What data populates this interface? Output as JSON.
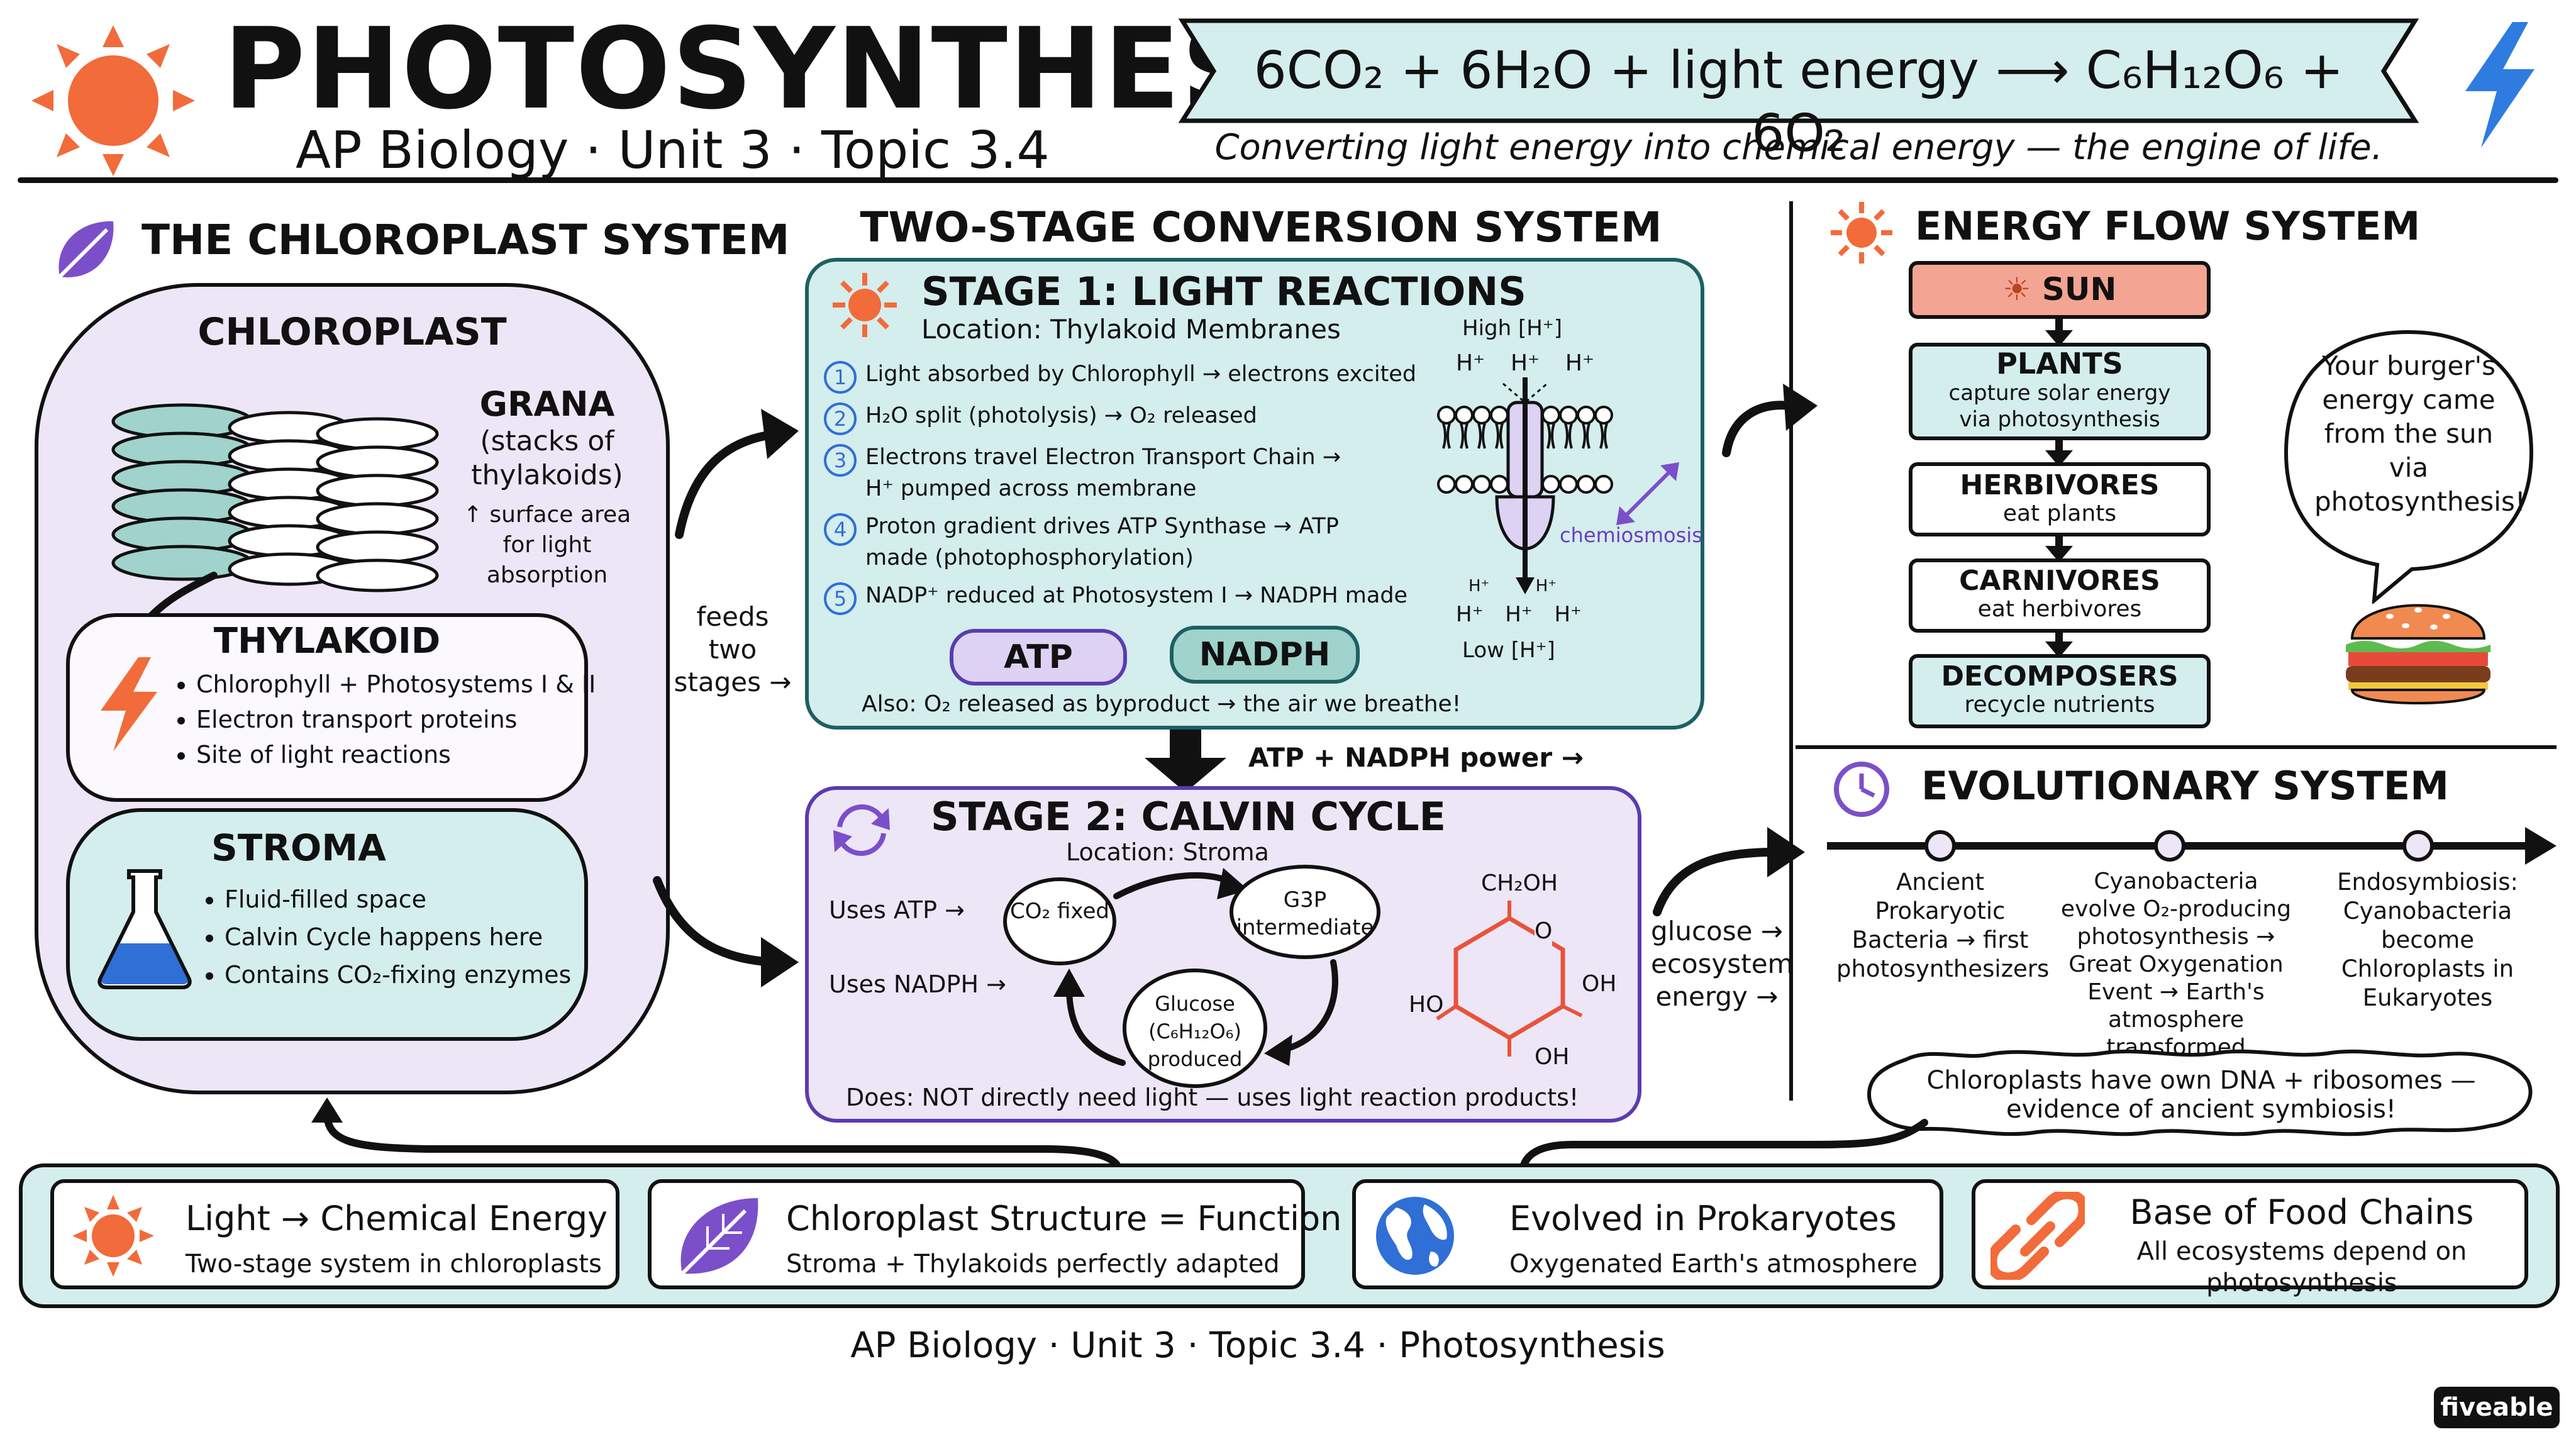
{
  "header": {
    "title": "PHOTOSYNTHESIS",
    "subtitle": "AP Biology · Unit 3 · Topic 3.4",
    "equation": "6CO₂ + 6H₂O + light energy ⟶ C₆H₁₂O₆ + 6O₂",
    "tagline": "Converting light energy into chemical energy — the engine of life."
  },
  "chloroplast_system": {
    "heading": "THE CHLOROPLAST SYSTEM",
    "title": "CHLOROPLAST",
    "grana_title": "GRANA",
    "grana_desc": "(stacks of thylakoids)",
    "grana_note": "↑ surface area for light absorption",
    "thylakoid_title": "THYLAKOID",
    "thylakoid_items": [
      "Chlorophyll + Photosystems I & II",
      "Electron transport proteins",
      "Site of light reactions"
    ],
    "stroma_title": "STROMA",
    "stroma_items": [
      "Fluid-filled space",
      "Calvin Cycle happens here",
      "Contains CO₂-fixing enzymes"
    ],
    "feeds_label": "feeds two stages →"
  },
  "two_stage": {
    "heading": "TWO-STAGE CONVERSION SYSTEM",
    "stage1": {
      "title": "STAGE 1: LIGHT REACTIONS",
      "location": "Location: Thylakoid Membranes",
      "steps": [
        {
          "num": "1",
          "text": "Light absorbed by Chlorophyll → electrons excited"
        },
        {
          "num": "2",
          "text": "H₂O split (photolysis) → O₂ released"
        },
        {
          "num": "3",
          "text": "Electrons travel Electron Transport Chain → H⁺ pumped across membrane"
        },
        {
          "num": "4",
          "text": "Proton gradient drives ATP Synthase → ATP made (photophosphorylation)"
        },
        {
          "num": "5",
          "text": "NADP⁺ reduced at Photosystem I → NADPH made"
        }
      ],
      "atp": "ATP",
      "nadph": "NADPH",
      "also": "Also: O₂ released as byproduct → the air we breathe!",
      "high_h": "High [H⁺]",
      "low_h": "Low [H⁺]",
      "h_plus": "H⁺",
      "chemiosmosis": "chemiosmosis"
    },
    "power_label": "ATP + NADPH power →",
    "stage2": {
      "title": "STAGE 2: CALVIN CYCLE",
      "location": "Location: Stroma",
      "uses_atp": "Uses ATP →",
      "uses_nadph": "Uses NADPH →",
      "co2": "CO₂ fixed",
      "g3p": "G3P intermediate",
      "glucose": "Glucose (C₆H₁₂O₆) produced",
      "does": "Does: NOT directly need light — uses light reaction products!",
      "glucose_labels": {
        "ch2oh": "CH₂OH",
        "o": "O",
        "oh": "OH",
        "ho": "HO"
      }
    },
    "glucose_energy_label": "glucose → ecosystem energy →"
  },
  "energy_flow": {
    "heading": "ENERGY FLOW SYSTEM",
    "sun": "SUN",
    "levels": [
      {
        "title": "PLANTS",
        "desc": "capture solar energy via photosynthesis"
      },
      {
        "title": "HERBIVORES",
        "desc": "eat plants"
      },
      {
        "title": "CARNIVORES",
        "desc": "eat herbivores"
      },
      {
        "title": "DECOMPOSERS",
        "desc": "recycle nutrients"
      }
    ],
    "bubble": "Your burger's energy came from the sun via photosynthesis!"
  },
  "evolutionary": {
    "heading": "EVOLUTIONARY SYSTEM",
    "events": [
      "Ancient Prokaryotic Bacteria → first photosynthesizers",
      "Cyanobacteria evolve O₂-producing photosynthesis → Great Oxygenation Event → Earth's atmosphere transformed",
      "Endosymbiosis: Cyanobacteria become Chloroplasts in Eukaryotes"
    ],
    "note": "Chloroplasts have own DNA + ribosomes — evidence of ancient symbiosis!"
  },
  "summary": [
    {
      "title": "Light → Chemical Energy",
      "desc": "Two-stage system in chloroplasts"
    },
    {
      "title": "Chloroplast Structure = Function",
      "desc": "Stroma + Thylakoids perfectly adapted"
    },
    {
      "title": "Evolved in Prokaryotes",
      "desc": "Oxygenated Earth's atmosphere"
    },
    {
      "title": "Base of Food Chains",
      "desc": "All ecosystems depend on photosynthesis"
    }
  ],
  "footer": "AP Biology · Unit 3 · Topic 3.4 · Photosynthesis",
  "brand": "fiveable",
  "colors": {
    "teal": "#d4eded",
    "lavender": "#ece6f6",
    "sun": "#f26b3a",
    "purple": "#7b4fc9",
    "salmon": "#f4a493"
  },
  "icons": [
    "sun-icon",
    "lightning-icon",
    "leaf-icon",
    "flask-icon",
    "clock-icon",
    "globe-icon",
    "chain-link-icon",
    "cycle-icon",
    "burger-icon"
  ]
}
